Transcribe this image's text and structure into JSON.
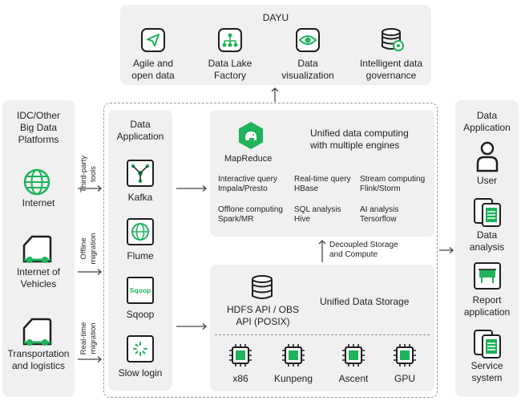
{
  "dayu": {
    "title": "DAYU",
    "items": [
      {
        "label": "Agile and\nopen data"
      },
      {
        "label": "Data Lake\nFactory"
      },
      {
        "label": "Data\nvisualization"
      },
      {
        "label": "Intelligent data\ngovernance"
      }
    ]
  },
  "left": {
    "title": "IDC/Other\nBig Data\nPlatforms",
    "items": [
      {
        "label": "Internet"
      },
      {
        "label": "Internet of\nVehicles"
      },
      {
        "label": "Transportation\nand logistics"
      }
    ]
  },
  "arrows_left": [
    "Third-party\ntools",
    "Offline\nmigration",
    "Real-time\nmigration"
  ],
  "app_col": {
    "title": "Data\nApplication",
    "items": [
      {
        "label": "Kafka"
      },
      {
        "label": "Flume"
      },
      {
        "label": "Sqoop",
        "icon_text": "Sqoop"
      },
      {
        "label": "Slow login"
      }
    ]
  },
  "compute": {
    "engine": "MapReduce",
    "title": "Unified data computing\nwith multiple engines",
    "grid": [
      {
        "title": "Interactive query",
        "sub": "Impala/Presto"
      },
      {
        "title": "Real-time query",
        "sub": "HBase"
      },
      {
        "title": "Stream computing",
        "sub": "Flink/Storm"
      },
      {
        "title": "Offlone computing",
        "sub": "Spark/MR"
      },
      {
        "title": "SQL analysis",
        "sub": "Hive"
      },
      {
        "title": "AI analysis",
        "sub": "Tersorflow"
      }
    ]
  },
  "decoupled": "Decoupled Storage\nand Compute",
  "storage": {
    "api": "HDFS API / OBS\nAPI (POSIX)",
    "title": "Unified Data Storage",
    "chips": [
      "x86",
      "Kunpeng",
      "Ascent",
      "GPU"
    ]
  },
  "right": {
    "title": "Data\nApplication",
    "items": [
      {
        "label": "User"
      },
      {
        "label": "Data\nanalysis"
      },
      {
        "label": "Report\napplication"
      },
      {
        "label": "Service\nsystem"
      }
    ]
  },
  "colors": {
    "green": "#1fb35b",
    "dark": "#1f1f1f",
    "panel": "#f0f0f0"
  }
}
